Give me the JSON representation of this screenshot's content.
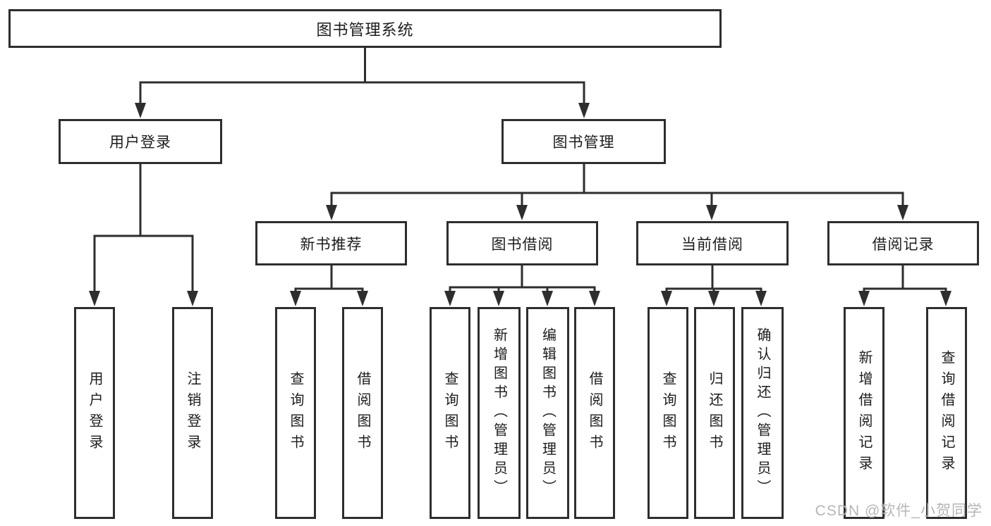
{
  "colors": {
    "line": "#2e2e2e",
    "box_border": "#2e2e2e",
    "box_fill": "#ffffff",
    "text": "#1c1c1c",
    "watermark": "#b6b6b6",
    "background": "#ffffff"
  },
  "tree": {
    "label": "图书管理系统",
    "children": [
      {
        "label": "用户登录",
        "children": [
          {
            "label": "用户登录"
          },
          {
            "label": "注销登录"
          }
        ]
      },
      {
        "label": "图书管理",
        "children": [
          {
            "label": "新书推荐",
            "children": [
              {
                "label": "查询图书"
              },
              {
                "label": "借阅图书"
              }
            ]
          },
          {
            "label": "图书借阅",
            "children": [
              {
                "label": "查询图书"
              },
              {
                "label": "新增图书（管理员）"
              },
              {
                "label": "编辑图书（管理员）"
              },
              {
                "label": "借阅图书"
              }
            ]
          },
          {
            "label": "当前借阅",
            "children": [
              {
                "label": "查询图书"
              },
              {
                "label": "归还图书"
              },
              {
                "label": "确认归还（管理员）"
              }
            ]
          },
          {
            "label": "借阅记录",
            "children": [
              {
                "label": "新增借阅记录"
              },
              {
                "label": "查询借阅记录"
              }
            ]
          }
        ]
      }
    ]
  },
  "watermark": {
    "text": "CSDN @软件_小贺同学"
  }
}
